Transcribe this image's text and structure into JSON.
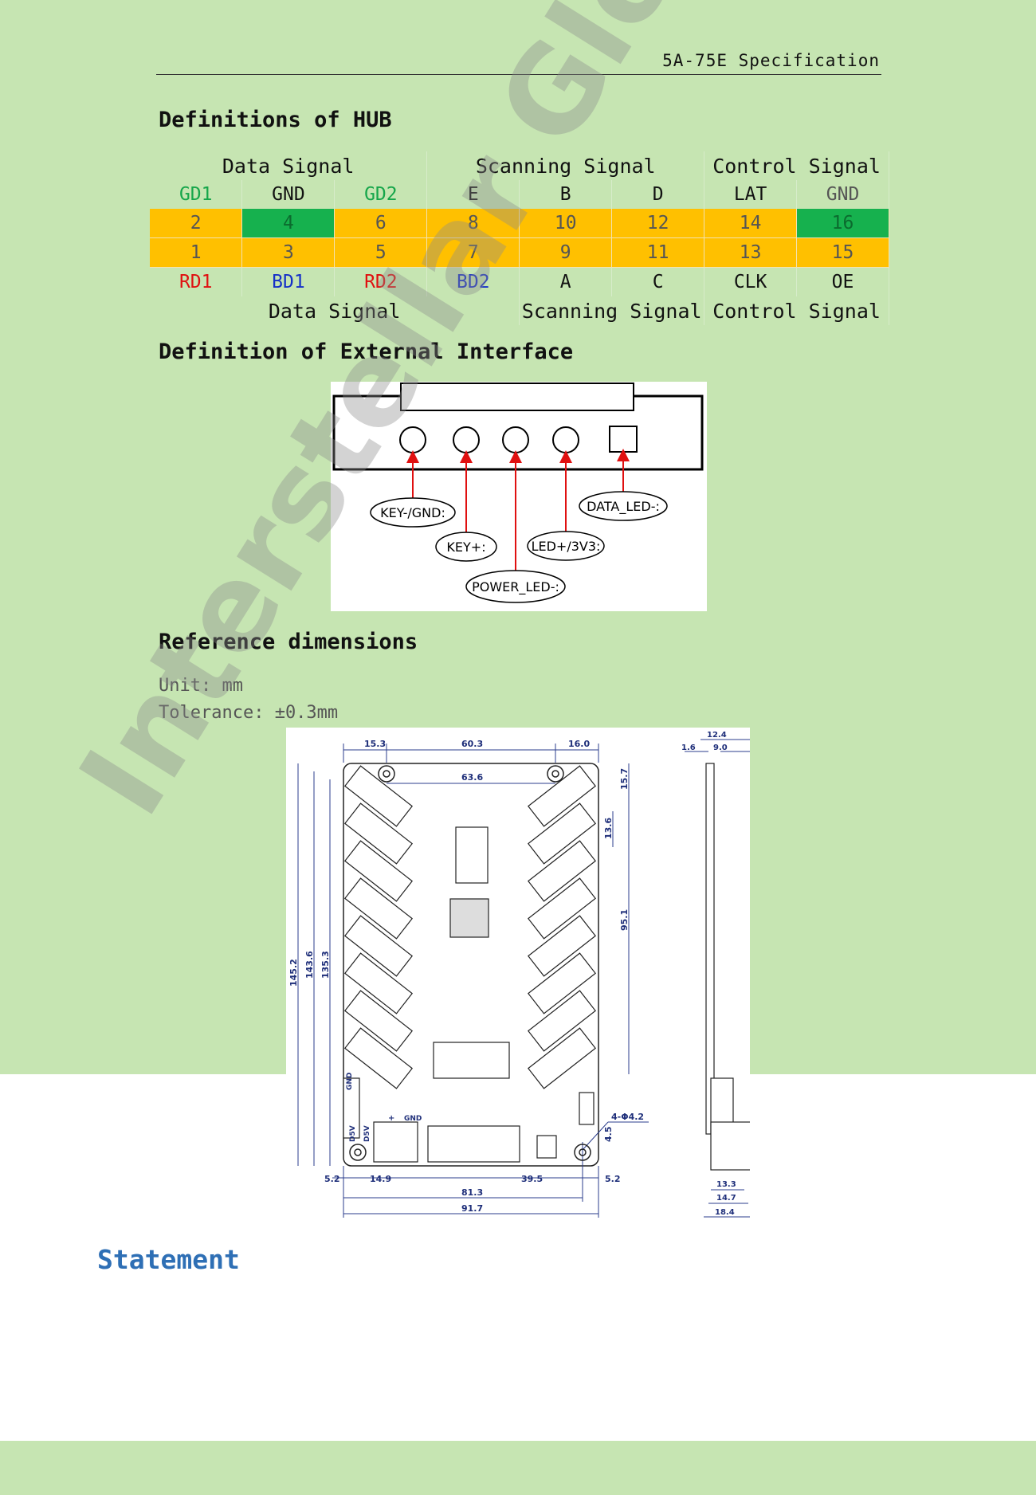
{
  "header": {
    "title": "5A-75E Specification"
  },
  "hub": {
    "title": "Definitions of HUB",
    "top_groups": [
      "Data Signal",
      "Scanning Signal",
      "Control Signal"
    ],
    "top_labels": [
      "GD1",
      "GND",
      "GD2",
      "E",
      "B",
      "D",
      "LAT",
      "GND"
    ],
    "even_pins": [
      "2",
      "4",
      "6",
      "8",
      "10",
      "12",
      "14",
      "16"
    ],
    "odd_pins": [
      "1",
      "3",
      "5",
      "7",
      "9",
      "11",
      "13",
      "15"
    ],
    "bottom_labels": [
      "RD1",
      "BD1",
      "RD2",
      "BD2",
      "A",
      "C",
      "CLK",
      "OE"
    ],
    "bottom_groups": [
      "Data Signal",
      "Scanning Signal",
      "Control Signal"
    ]
  },
  "interface": {
    "title": "Definition of External Interface",
    "labels": [
      "KEY-/GND:",
      "KEY+:",
      "POWER_LED-:",
      "LED+/3V3:",
      "DATA_LED-:"
    ]
  },
  "dimensions": {
    "title": "Reference dimensions",
    "unit": "Unit: mm",
    "tolerance": "Tolerance: ±0.3mm",
    "values": [
      "15.3",
      "60.3",
      "16.0",
      "63.6",
      "15.7",
      "13.6",
      "95.1",
      "145.2",
      "143.6",
      "135.3",
      "4-Φ4.2",
      "4.5",
      "5.2",
      "14.9",
      "39.5",
      "5.2",
      "81.3",
      "91.7",
      "12.4",
      "1.6",
      "9.0",
      "13.3",
      "14.7",
      "18.4"
    ],
    "board_labels": [
      "GND",
      "D5V",
      "D5V",
      "+",
      "GND"
    ]
  },
  "statement": {
    "title": "Statement"
  },
  "watermark": "Interstellar Glory Store"
}
